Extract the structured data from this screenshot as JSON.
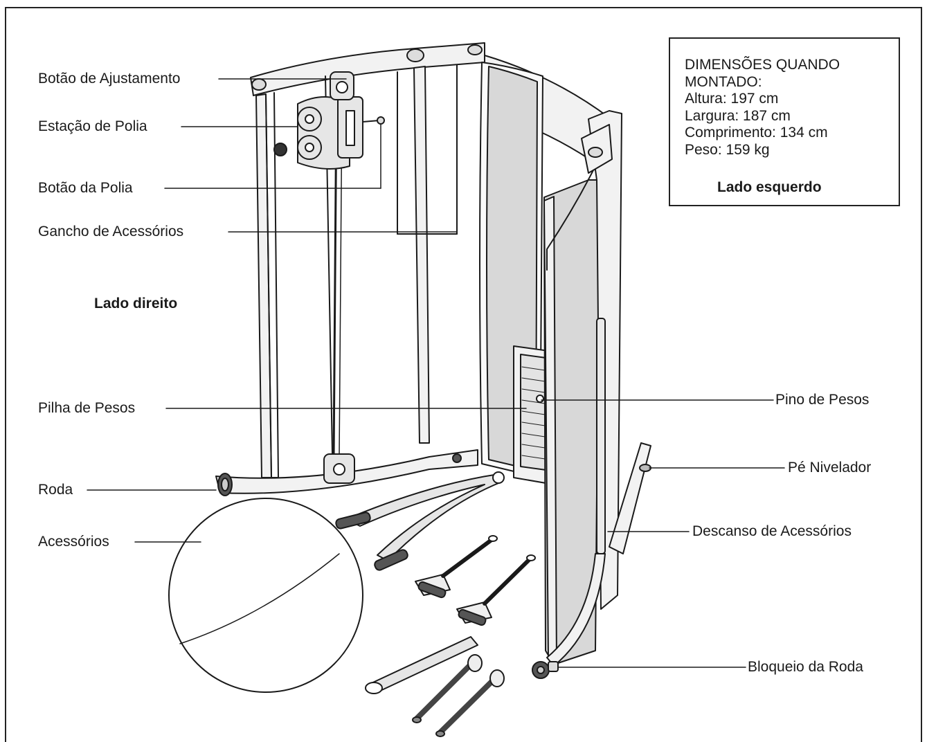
{
  "dimensions": {
    "heading_line1": "DIMENSÕES QUANDO",
    "heading_line2": "MONTADO:",
    "height": "Altura: 197 cm",
    "width": "Largura: 187 cm",
    "length": "Comprimento: 134 cm",
    "weight": "Peso: 159 kg"
  },
  "sides": {
    "right": "Lado direito",
    "left": "Lado esquerdo"
  },
  "labels": {
    "adjustment_knob": "Botão de Ajustamento",
    "pulley_station": "Estação de Polia",
    "pulley_knob": "Botão da Polia",
    "accessory_hook": "Gancho de Acessórios",
    "weight_stack": "Pilha de Pesos",
    "wheel": "Roda",
    "accessories": "Acessórios",
    "weight_pin": "Pino de Pesos",
    "leveling_foot": "Pé Nivelador",
    "accessory_rest": "Descanso de Acessórios",
    "wheel_lock": "Bloqueio da Roda"
  },
  "colors": {
    "line": "#1a1a1a",
    "panel": "#d8d8d8",
    "frame": "#f2f2f2"
  }
}
